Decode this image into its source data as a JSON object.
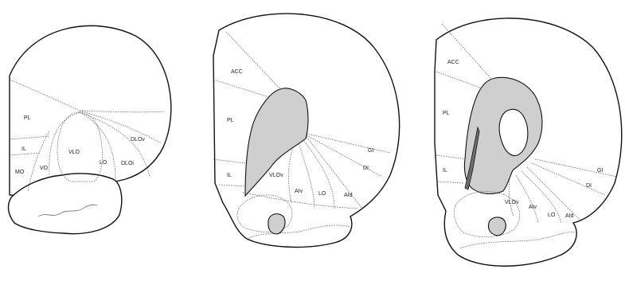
{
  "sections": [
    {
      "id": "section-1",
      "labels": {
        "pl": "PL",
        "il": "IL",
        "mo": "MO",
        "vo": "VO",
        "vlo": "VLO",
        "lo": "LO",
        "dlo_v": "DLOv",
        "dlo_i": "DLOi"
      }
    },
    {
      "id": "section-2",
      "labels": {
        "acc": "ACC",
        "pl": "PL",
        "il": "IL",
        "vlo": "VLOv",
        "ai_v": "AIv",
        "lo": "LO",
        "ai_d": "AId",
        "di": "DI",
        "gi": "GI"
      }
    },
    {
      "id": "section-3",
      "labels": {
        "acc": "ACC",
        "pl": "PL",
        "il": "IL",
        "vlo": "VLOv",
        "ai_v": "AIv",
        "lo": "LO",
        "ai_d": "AId",
        "di": "DI",
        "gi": "GI"
      }
    }
  ],
  "colors": {
    "outline": "#111111",
    "region_fill": "#cfcfcf",
    "background": "#ffffff"
  }
}
